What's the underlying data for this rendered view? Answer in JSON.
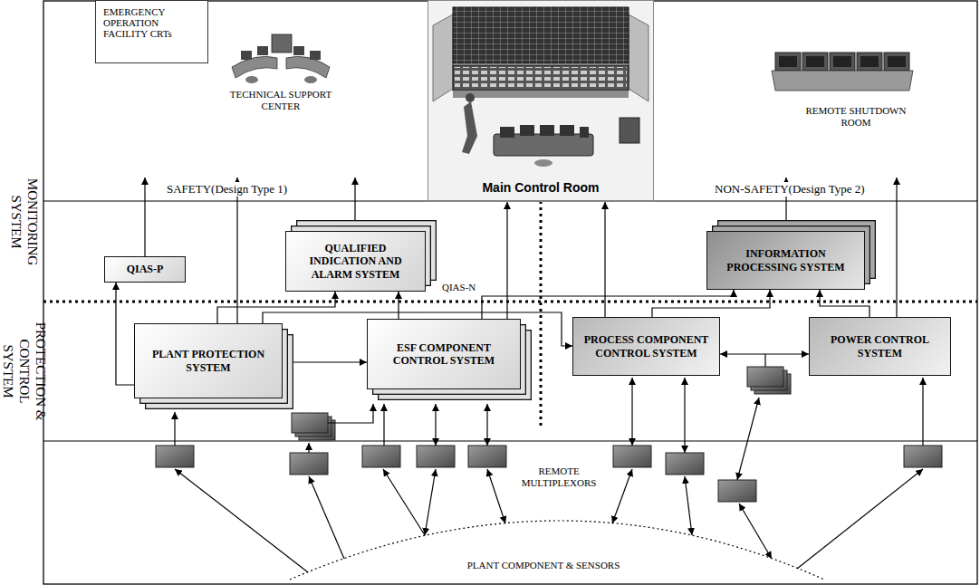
{
  "diagram": {
    "nodes": [
      {
        "text": [
          "EMERGENCY OPERATION FACILITY CRTs"
        ]
      },
      {
        "text": [
          "Main Control Room"
        ]
      },
      {
        "text": [
          "QIAS-P"
        ]
      },
      {
        "text": [
          "QUALIFIED INDICATION AND ALARM SYSTEM"
        ]
      },
      {
        "text": [
          "INFORMATION PROCESSING SYSTEM"
        ]
      },
      {
        "text": [
          "PLANT PROTECTION SYSTEM"
        ]
      },
      {
        "text": [
          "ESF COMPONENT CONTROL SYSTEM"
        ]
      },
      {
        "text": [
          "PROCESS COMPONENT CONTROL SYSTEM"
        ]
      },
      {
        "text": [
          "POWER CONTROL SYSTEM"
        ]
      }
    ],
    "edges": [
      {
        "from": 5,
        "to": 2,
        "arrow": "to"
      },
      {
        "from": 5,
        "to": 7,
        "arrow": "to"
      },
      {
        "from": 5,
        "to": 3,
        "arrow": "to"
      },
      {
        "from": 6,
        "to": 3,
        "arrow": "to"
      },
      {
        "from": 6,
        "to": 4,
        "arrow": "to"
      },
      {
        "from": 7,
        "to": 4,
        "arrow": "to"
      },
      {
        "from": 8,
        "to": 4,
        "arrow": "to"
      },
      {
        "from": 5,
        "to": 6,
        "arrow": "to"
      },
      {
        "from": 7,
        "to": 8,
        "arrow": "both"
      },
      {
        "from": 6,
        "to": 1,
        "arrow": "to"
      },
      {
        "from": 7,
        "to": 1,
        "arrow": "to"
      }
    ],
    "labels": [
      "MONITORING SYSTEM",
      "PROTECTION & CONTROL SYSTEM",
      "TECHNICAL SUPPORT CENTER",
      "REMOTE SHUTDOWN ROOM",
      "SAFETY(Design Type 1)",
      "NON-SAFETY(Design Type 2)",
      "QIAS-N",
      "REMOTE MULTIPLEXORS",
      "PLANT COMPONENT & SENSORS"
    ]
  }
}
